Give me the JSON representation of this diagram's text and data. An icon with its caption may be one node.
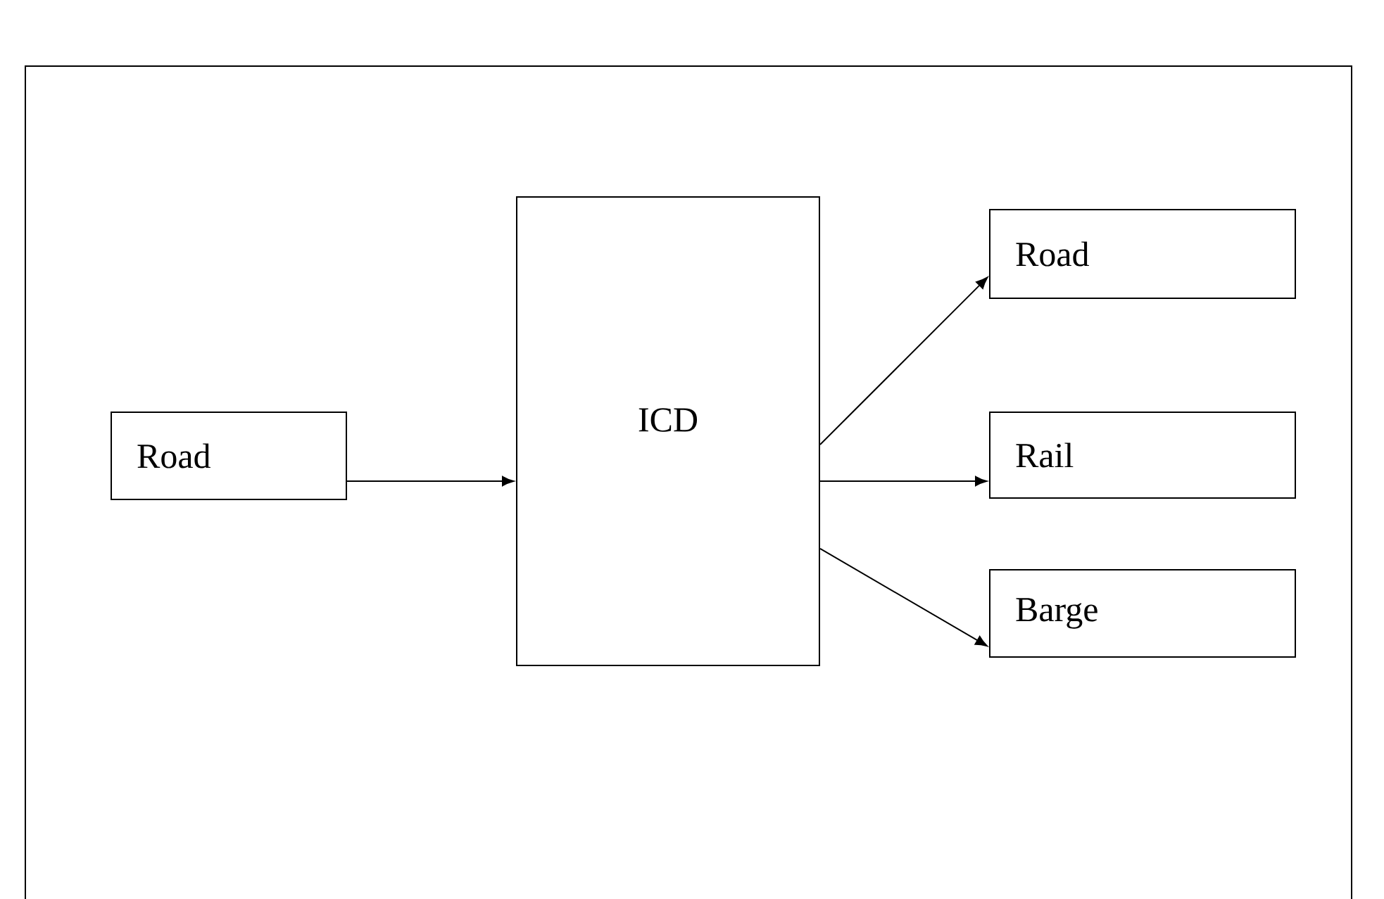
{
  "diagram": {
    "nodes": [
      {
        "text": [
          "Road"
        ]
      },
      {
        "text": [
          "ICD"
        ]
      },
      {
        "text": [
          "Road"
        ]
      },
      {
        "text": [
          "Rail"
        ]
      },
      {
        "text": [
          "Barge"
        ]
      }
    ],
    "edges": [
      {
        "from": 0,
        "to": 1,
        "arrow": "to"
      },
      {
        "from": 1,
        "to": 2,
        "arrow": "to"
      },
      {
        "from": 1,
        "to": 3,
        "arrow": "to"
      },
      {
        "from": 1,
        "to": 4,
        "arrow": "to"
      }
    ]
  }
}
